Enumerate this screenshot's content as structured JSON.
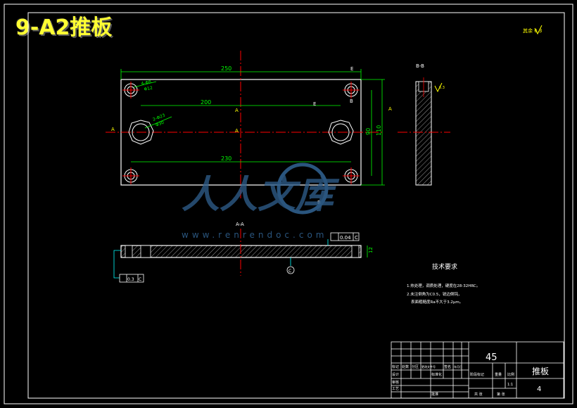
{
  "header": {
    "title": "9-A2推板"
  },
  "roughness_note": "其余 6.3",
  "plan_view": {
    "dim_overall_length": "250",
    "dim_hole_spacing_large": "200",
    "dim_hole_spacing_small": "230",
    "dim_height_outer": "110",
    "dim_height_holes": "90",
    "hole_note_small": "4-Φ8",
    "hole_note_small_2": "Φ12",
    "hole_note_large": "2-Φ23",
    "hole_note_large_2": "Φ30",
    "label_a_left": "A",
    "label_a_right": "A",
    "label_a_center": "A",
    "label_a_top": "A",
    "label_b_top": "B",
    "label_b_bottom": "B",
    "label_e_top": "E",
    "label_e_mid": "E"
  },
  "side_view": {
    "label": "B-B",
    "roughness": "6.3"
  },
  "section_view": {
    "label": "A-A",
    "flatness_value": "0.04",
    "flatness_datum": "C",
    "parallel_value": "0.3",
    "parallel_datum": "C",
    "datum_label": "C",
    "thickness": "12"
  },
  "tech_requirements": {
    "heading": "技术要求",
    "line1": "1.热处理，调质处理，硬度在28-32HRC。",
    "line2": "2.未注倒角为C0.5，锐边倒钝，",
    "line3": "表面粗糙度Ra不大于3.2μm。"
  },
  "watermark": {
    "brand": "人人文库",
    "url": "www.renrendoc.com"
  },
  "title_block": {
    "material": "45",
    "part_name": "推板",
    "quantity": "4",
    "scale": "1:1",
    "row_labels": [
      "标记",
      "设计",
      "审核",
      "工艺"
    ],
    "col_labels": [
      "处数",
      "分区",
      "更改文件号",
      "签名",
      "年月日"
    ],
    "stage_label": "阶段标记",
    "weight_label": "重量",
    "scale_label": "比例",
    "sheet_total": "共 张",
    "sheet_num": "第 张",
    "approve_label": "批准",
    "std_label": "标准化"
  },
  "colors": {
    "outline": "#ffffff",
    "center": "#ff0000",
    "dimension": "#00ff00",
    "leader": "#00ffff",
    "annotation": "#ffff00",
    "watermark": "#2f5f8c"
  }
}
